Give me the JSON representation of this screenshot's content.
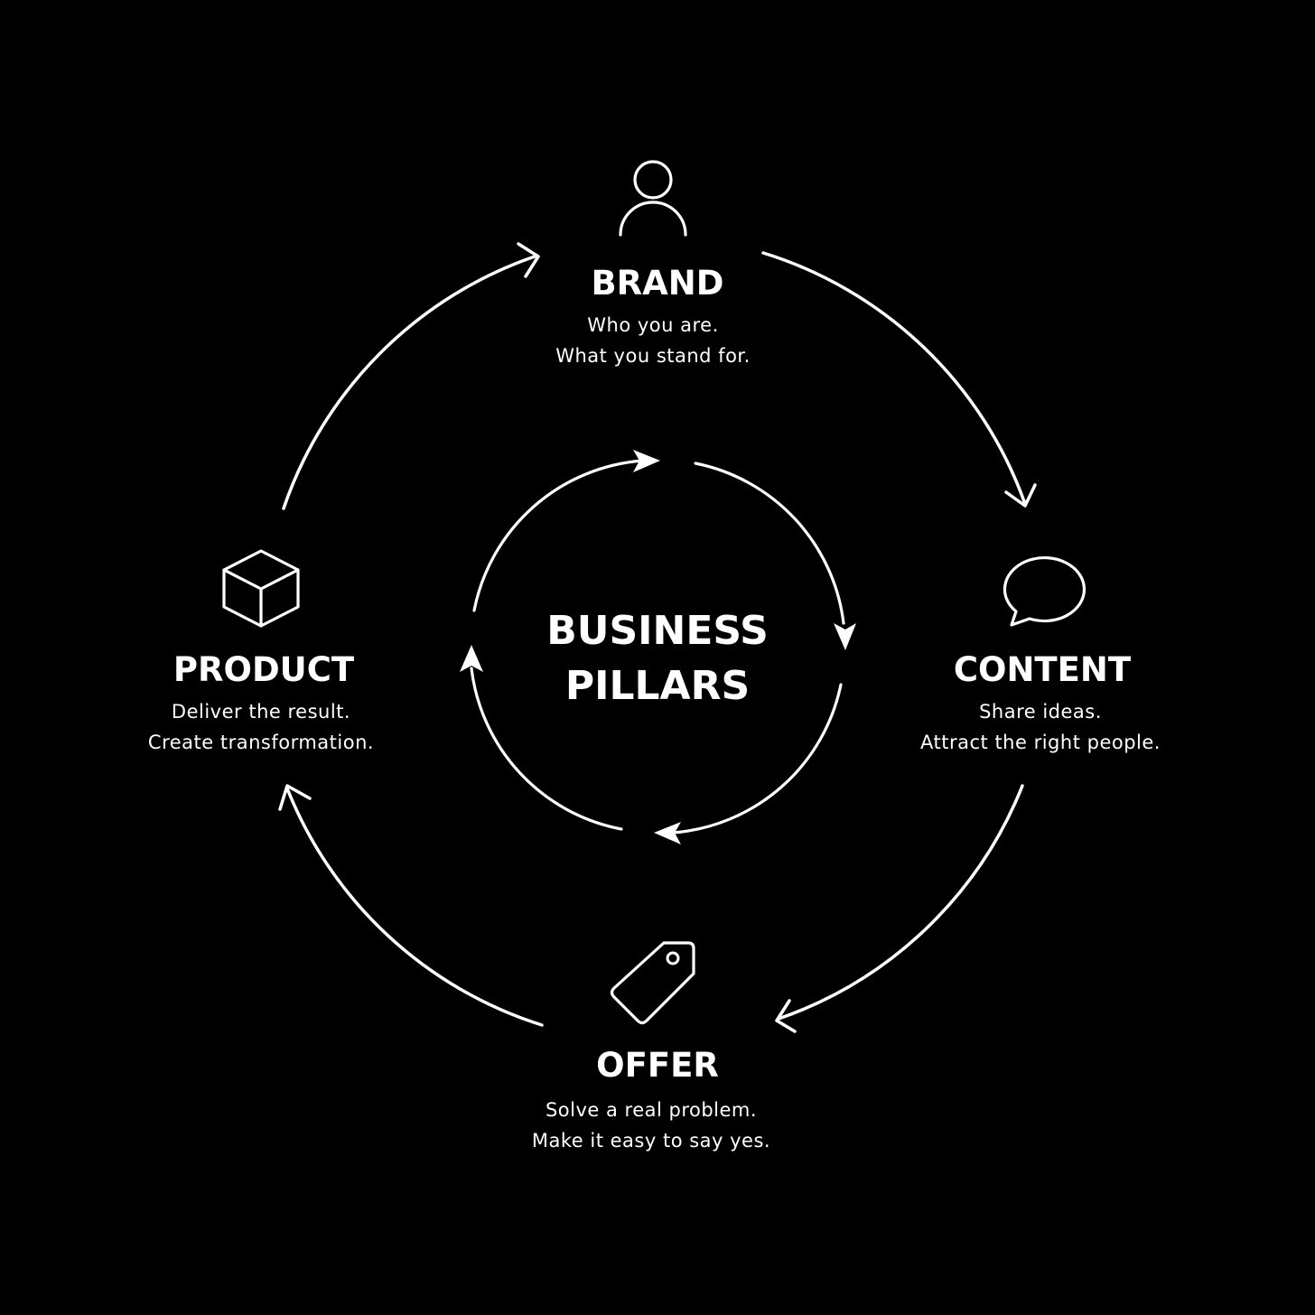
{
  "center": {
    "line1": "BUSINESS",
    "line2": "PILLARS"
  },
  "pillars": {
    "brand": {
      "icon": "person-icon",
      "title": "BRAND",
      "line1": "Who you are.",
      "line2": "What you stand for."
    },
    "content": {
      "icon": "speech-bubble-icon",
      "title": "CONTENT",
      "line1": "Share ideas.",
      "line2": "Attract the right people."
    },
    "offer": {
      "icon": "price-tag-icon",
      "title": "OFFER",
      "line1": "Solve a real problem.",
      "line2": "Make it easy to say yes."
    },
    "product": {
      "icon": "box-icon",
      "title": "PRODUCT",
      "line1": "Deliver the result.",
      "line2": "Create transformation."
    }
  },
  "colors": {
    "background": "#000000",
    "foreground": "#ffffff"
  }
}
